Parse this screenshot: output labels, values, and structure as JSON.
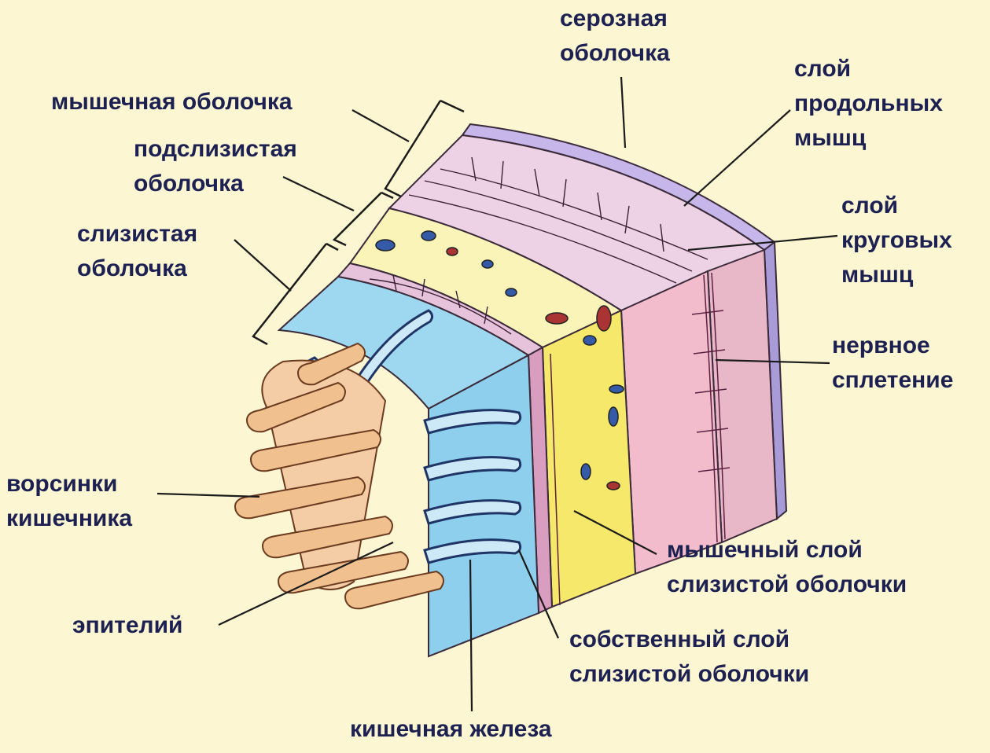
{
  "labels": {
    "serous": [
      "серозная",
      "оболочка"
    ],
    "longitudinal": [
      "слой",
      "продольных",
      "мышц"
    ],
    "circular": [
      "слой",
      "круговых",
      "мышц"
    ],
    "plexus": [
      "нервное",
      "сплетение"
    ],
    "muscular_coat": "мышечная оболочка",
    "submucosa": [
      "подслизистая",
      "оболочка"
    ],
    "mucosa": [
      "слизистая",
      "оболочка"
    ],
    "villi": [
      "ворсинки",
      "кишечника"
    ],
    "epithelium": "эпителий",
    "muscularis_mucosae": [
      "мышечный слой",
      "слизистой оболочки"
    ],
    "lamina_propria": [
      "собственный слой",
      "слизистой оболочки"
    ],
    "gland": "кишечная железа"
  },
  "colors": {
    "background": "#fdf6d3",
    "label_text": "#1d2152",
    "serosa": "#b9a6e0",
    "muscle_pink": "#f3c5d2",
    "muscle_top": "#ead3e6",
    "submucosa_yellow": "#f7ec7a",
    "submucosa_top": "#fbf3b6",
    "mucosa_blue": "#8fd0ee",
    "villi": "#f2c89a",
    "leader": "#1b1b1b"
  }
}
